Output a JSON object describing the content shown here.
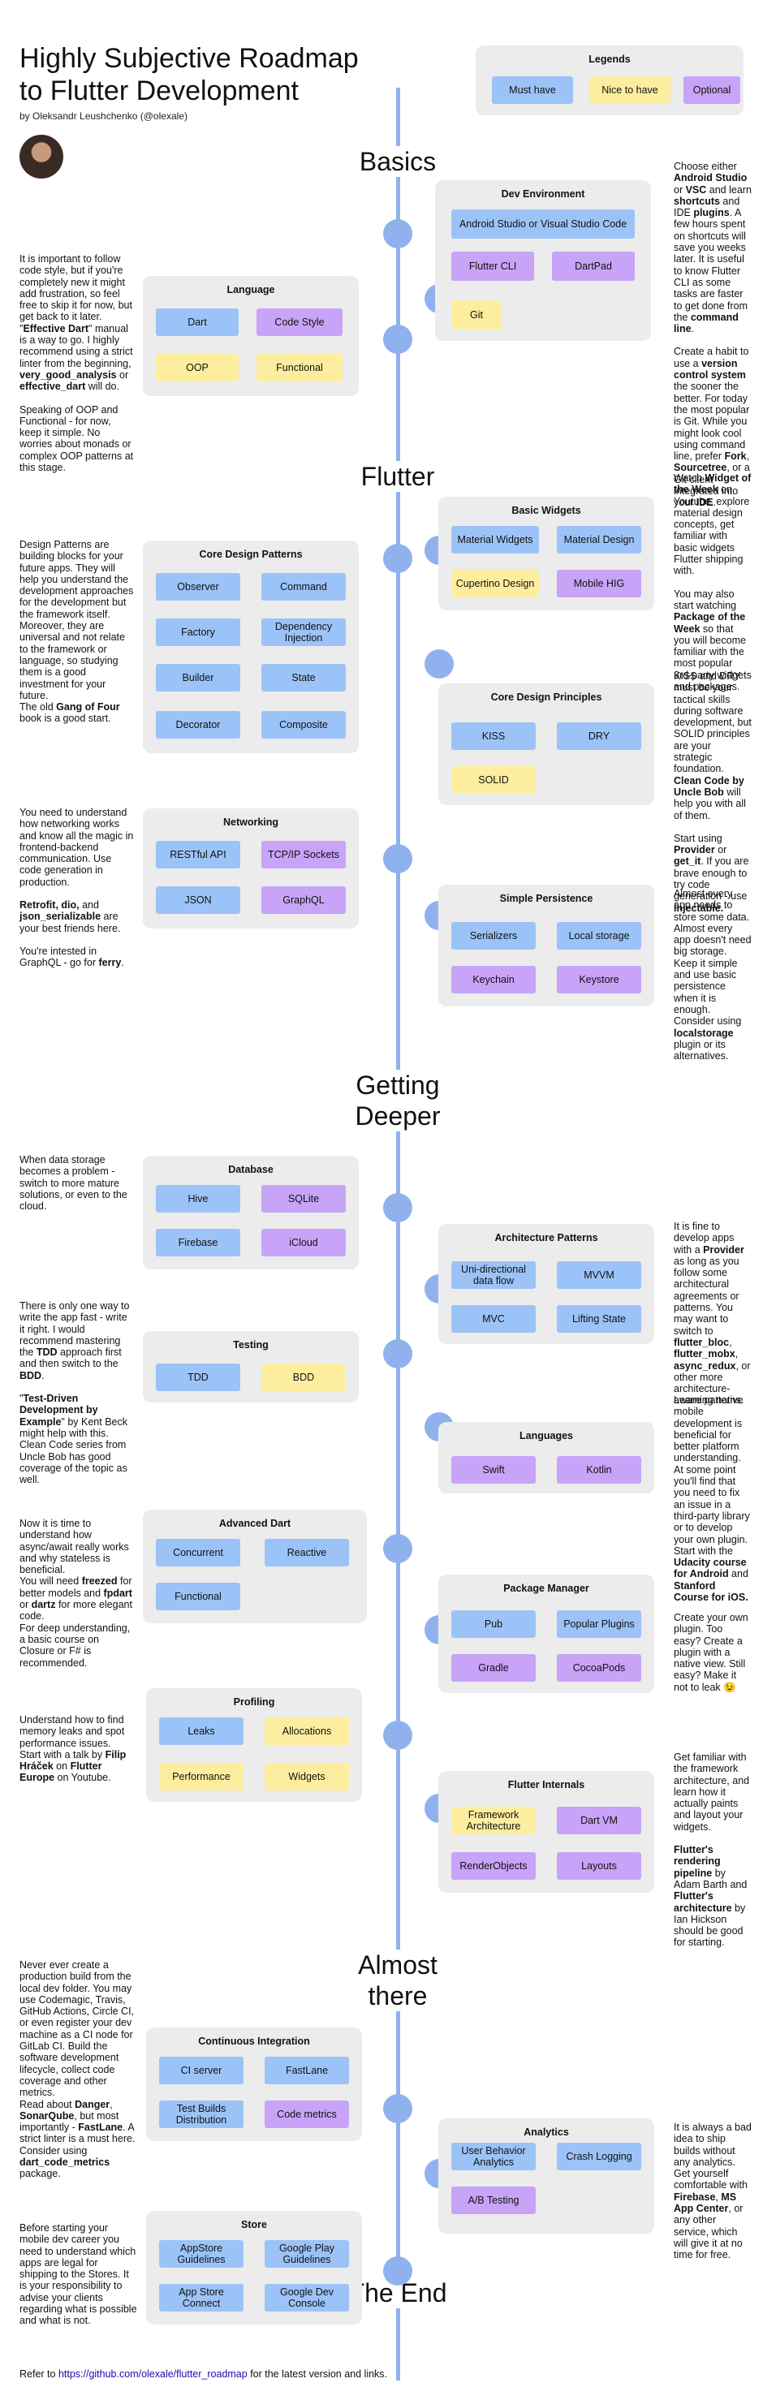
{
  "title": "Highly Subjective Roadmap to Flutter Development",
  "author": "by Oleksandr Leushchenko (@olexale)",
  "legend": {
    "title": "Legends",
    "must": "Must have",
    "nice": "Nice to have",
    "opt": "Optional"
  },
  "sections": {
    "basics": "Basics",
    "flutter": "Flutter",
    "getting_deeper": "Getting Deeper",
    "almost_there": "Almost there",
    "the_end": "The End"
  },
  "cards": {
    "dev_env": {
      "title": "Dev Environment",
      "items": [
        "Android Studio or Visual Studio Code",
        "Flutter CLI",
        "DartPad",
        "Git"
      ]
    },
    "language": {
      "title": "Language",
      "items": [
        "Dart",
        "Code Style",
        "OOP",
        "Functional"
      ]
    },
    "basic_widgets": {
      "title": "Basic Widgets",
      "items": [
        "Material Widgets",
        "Material Design",
        "Cupertino Design",
        "Mobile HIG"
      ]
    },
    "core_patterns": {
      "title": "Core Design Patterns",
      "items": [
        "Observer",
        "Command",
        "Factory",
        "Dependency Injection",
        "Builder",
        "State",
        "Decorator",
        "Composite"
      ]
    },
    "core_principles": {
      "title": "Core Design Principles",
      "items": [
        "KISS",
        "DRY",
        "SOLID"
      ]
    },
    "networking": {
      "title": "Networking",
      "items": [
        "RESTful API",
        "TCP/IP Sockets",
        "JSON",
        "GraphQL"
      ]
    },
    "persistence": {
      "title": "Simple Persistence",
      "items": [
        "Serializers",
        "Local storage",
        "Keychain",
        "Keystore"
      ]
    },
    "database": {
      "title": "Database",
      "items": [
        "Hive",
        "SQLite",
        "Firebase",
        "iCloud"
      ]
    },
    "architecture": {
      "title": "Architecture Patterns",
      "items": [
        "Uni-directional data flow",
        "MVVM",
        "MVC",
        "Lifting State"
      ]
    },
    "testing": {
      "title": "Testing",
      "items": [
        "TDD",
        "BDD"
      ]
    },
    "languages": {
      "title": "Languages",
      "items": [
        "Swift",
        "Kotlin"
      ]
    },
    "adv_dart": {
      "title": "Advanced Dart",
      "items": [
        "Concurrent",
        "Reactive",
        "Functional"
      ]
    },
    "pkg_manager": {
      "title": "Package Manager",
      "items": [
        "Pub",
        "Popular Plugins",
        "Gradle",
        "CocoaPods"
      ]
    },
    "profiling": {
      "title": "Profiling",
      "items": [
        "Leaks",
        "Allocations",
        "Performance",
        "Widgets"
      ]
    },
    "internals": {
      "title": "Flutter Internals",
      "items": [
        "Framework Architecture",
        "Dart VM",
        "RenderObjects",
        "Layouts"
      ]
    },
    "ci": {
      "title": "Continuous Integration",
      "items": [
        "CI server",
        "FastLane",
        "Test Builds Distribution",
        "Code metrics"
      ]
    },
    "analytics": {
      "title": "Analytics",
      "items": [
        "User Behavior Analytics",
        "Crash Logging",
        "A/B Testing"
      ]
    },
    "store": {
      "title": "Store",
      "items": [
        "AppStore Guidelines",
        "Google Play Guidelines",
        "App Store Connect",
        "Google Dev Console"
      ]
    }
  },
  "footer": {
    "prefix": "Refer to ",
    "link": "https://github.com/olexale/flutter_roadmap",
    "suffix": " for the latest version and links."
  },
  "colors": {
    "line": "#8fb2ee",
    "must": "#9cc3f7",
    "nice": "#fdee9f",
    "opt": "#c7a4f7",
    "card": "#ececec"
  }
}
